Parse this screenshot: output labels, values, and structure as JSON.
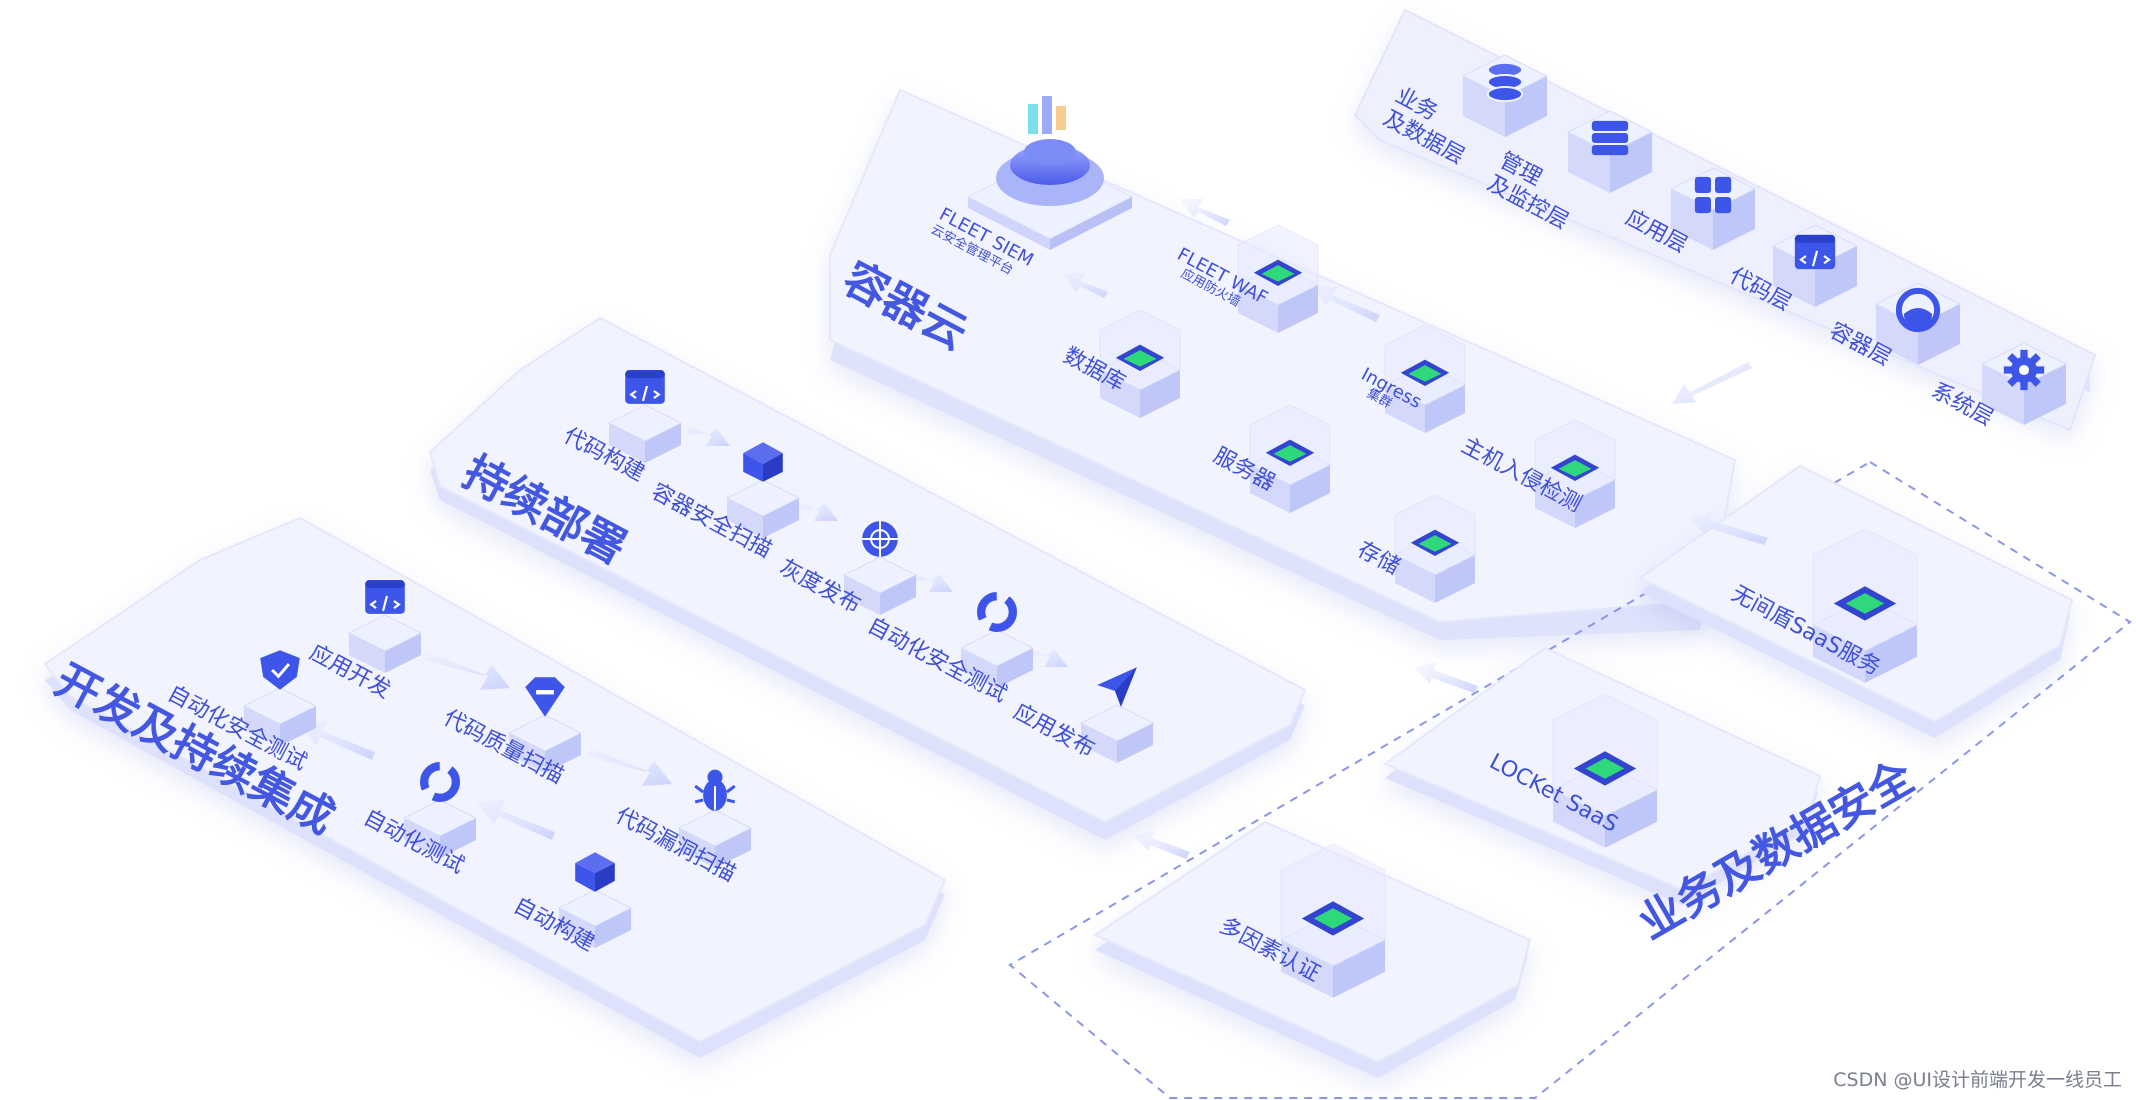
{
  "colors": {
    "accent": "#4357e0",
    "platform": "#eef0fe",
    "cube_top": "#eef1ff",
    "icon": "#3d55e8",
    "screen_green": "#2fd87a"
  },
  "sections": {
    "dev": {
      "title": "开发及持续集成",
      "nodes": [
        {
          "label": "应用开发",
          "icon": "browser-code-icon"
        },
        {
          "label": "代码质量扫描",
          "icon": "gem-icon"
        },
        {
          "label": "代码漏洞扫描",
          "icon": "bug-icon"
        },
        {
          "label": "自动构建",
          "icon": "box-icon"
        },
        {
          "label": "自动化测试",
          "icon": "refresh-icon"
        },
        {
          "label": "自动化安全测试",
          "icon": "shield-check-icon"
        }
      ]
    },
    "deploy": {
      "title": "持续部署",
      "nodes": [
        {
          "label": "代码构建",
          "icon": "code-window-icon"
        },
        {
          "label": "容器安全扫描",
          "icon": "container-icon"
        },
        {
          "label": "灰度发布",
          "icon": "target-icon"
        },
        {
          "label": "自动化安全测试",
          "icon": "refresh-icon"
        },
        {
          "label": "应用发布",
          "icon": "send-icon"
        }
      ]
    },
    "cloud": {
      "title": "容器云",
      "siem": {
        "label": "FLEET SIEM",
        "sub": "云安全管理平台",
        "icon": "siem-platform-icon"
      },
      "nodes": [
        {
          "label": "FLEET WAF",
          "sub": "应用防火墙",
          "icon": "screen-icon"
        },
        {
          "label": "数据库",
          "sub": "",
          "icon": "screen-icon"
        },
        {
          "label": "Ingress",
          "sub": "集群",
          "icon": "shield-screen-icon"
        },
        {
          "label": "服务器",
          "sub": "",
          "icon": "screen-icon"
        },
        {
          "label": "主机入侵检测",
          "sub": "",
          "icon": "screen-icon"
        },
        {
          "label": "存储",
          "sub": "",
          "icon": "screen-icon"
        }
      ]
    },
    "layers": {
      "nodes": [
        {
          "label": "业务\n及数据层",
          "icon": "database-icon"
        },
        {
          "label": "管理\n及监控层",
          "icon": "server-icon"
        },
        {
          "label": "应用层",
          "icon": "grid-icon"
        },
        {
          "label": "代码层",
          "icon": "code-window-icon"
        },
        {
          "label": "容器层",
          "icon": "gauge-icon"
        },
        {
          "label": "系统层",
          "icon": "gear-icon"
        }
      ]
    },
    "security": {
      "title": "业务及数据安全",
      "nodes": [
        {
          "label": "无间盾SaaS服务",
          "icon": "stack-server-icon"
        },
        {
          "label": "LOCKet SaaS",
          "icon": "stack-server-icon"
        },
        {
          "label": "多因素认证",
          "icon": "stack-server-icon"
        }
      ]
    }
  },
  "watermark": "CSDN @UI设计前端开发一线员工"
}
